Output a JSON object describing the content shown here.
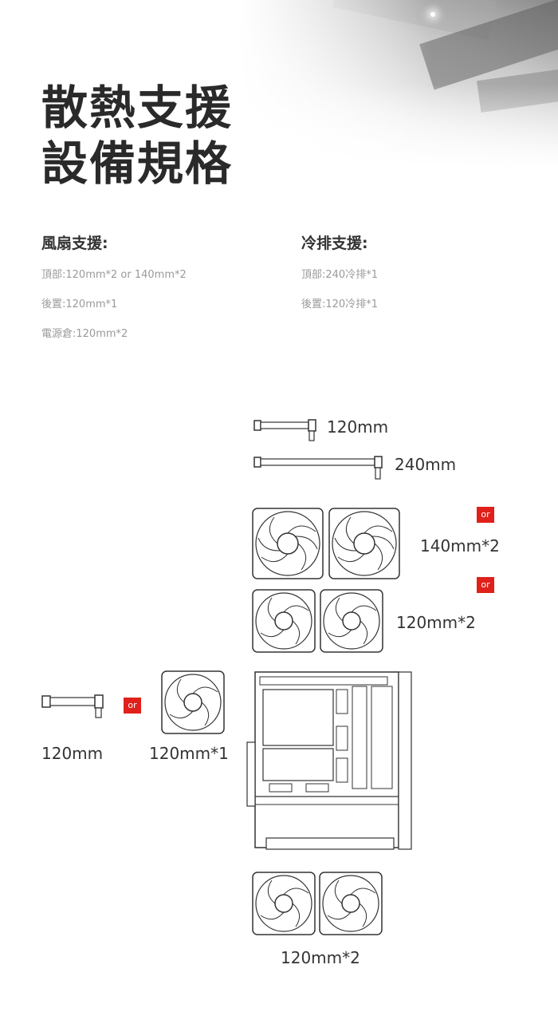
{
  "title": {
    "line1": "散熱支援",
    "line2": "設備規格"
  },
  "fan_support": {
    "heading": "風扇支援:",
    "lines": [
      "頂部:120mm*2 or 140mm*2",
      "後置:120mm*1",
      "電源倉:120mm*2"
    ]
  },
  "radiator_support": {
    "heading": "冷排支援:",
    "lines": [
      "頂部:240冷排*1",
      "後置:120冷排*1"
    ]
  },
  "diagram": {
    "top_radiators": [
      "120mm",
      "240mm"
    ],
    "top_fans": [
      "140mm*2",
      "120mm*2"
    ],
    "rear_radiator": "120mm",
    "rear_fan": "120mm*1",
    "bottom_fans": "120mm*2",
    "or_label": "or"
  },
  "colors": {
    "accent": "#e0201a",
    "title": "#2a2a2a",
    "muted": "#9a9a9a"
  }
}
